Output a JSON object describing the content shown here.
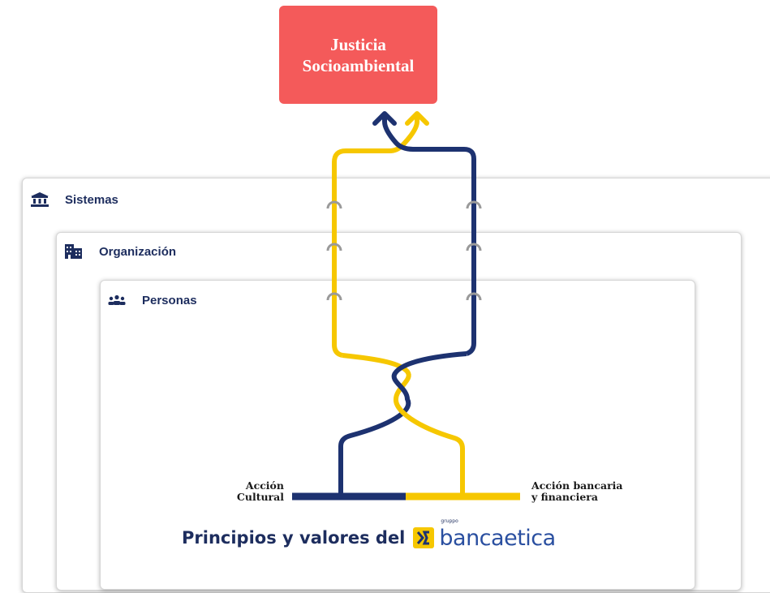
{
  "title": {
    "line1": "Justicia",
    "line2": "Socioambiental"
  },
  "levels": [
    {
      "label": "Sistemas",
      "icon": "institution-icon"
    },
    {
      "label": "Organización",
      "icon": "building-icon"
    },
    {
      "label": "Personas",
      "icon": "people-icon"
    }
  ],
  "actions": {
    "left": {
      "line1": "Acción",
      "line2": "Cultural"
    },
    "right": {
      "line1": "Acción bancaria",
      "line2": "y financiera"
    }
  },
  "footer": {
    "text": "Principios y valores del",
    "brand_small": "gruppo",
    "brand": "bancaetica"
  },
  "colors": {
    "navy": "#1d3270",
    "yellow": "#f6c700",
    "title_bg": "#f45a5a",
    "connector": "#9a9a9a"
  }
}
